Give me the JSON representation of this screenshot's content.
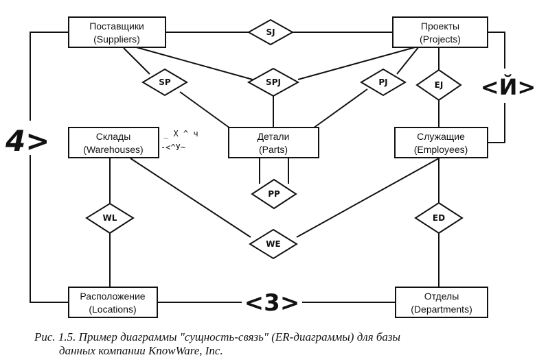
{
  "entities": {
    "suppliers": {
      "line1": "Поставщики",
      "line2": "(Suppliers)"
    },
    "projects": {
      "line1": "Проекты",
      "line2": "(Projects)"
    },
    "warehouses": {
      "line1": "Склады",
      "line2": "(Warehouses)"
    },
    "parts": {
      "line1": "Детали",
      "line2": "(Parts)"
    },
    "employees": {
      "line1": "Служащие",
      "line2": "(Employees)"
    },
    "locations": {
      "line1": "Расположение",
      "line2": "(Locations)"
    },
    "departments": {
      "line1": "Отделы",
      "line2": "(Departments)"
    }
  },
  "relationships": {
    "sj": "SJ",
    "sp": "SP",
    "spj": "SPJ",
    "pj": "PJ",
    "ej": "EJ",
    "pp": "PP",
    "wl": "WL",
    "we": "WE",
    "ed": "ED"
  },
  "annotations": {
    "left_big": "4>",
    "right_big": "<Й>",
    "bottom_big": "<3>",
    "note_line1": "_  X  ^  ч",
    "note_line2": "-<^У~"
  },
  "caption": {
    "line1": "Рис. 1.5. Пример диаграммы \"сущность-связь\" (ER-диаграммы) для базы",
    "line2": "данных компании KnowWare, Inc."
  }
}
